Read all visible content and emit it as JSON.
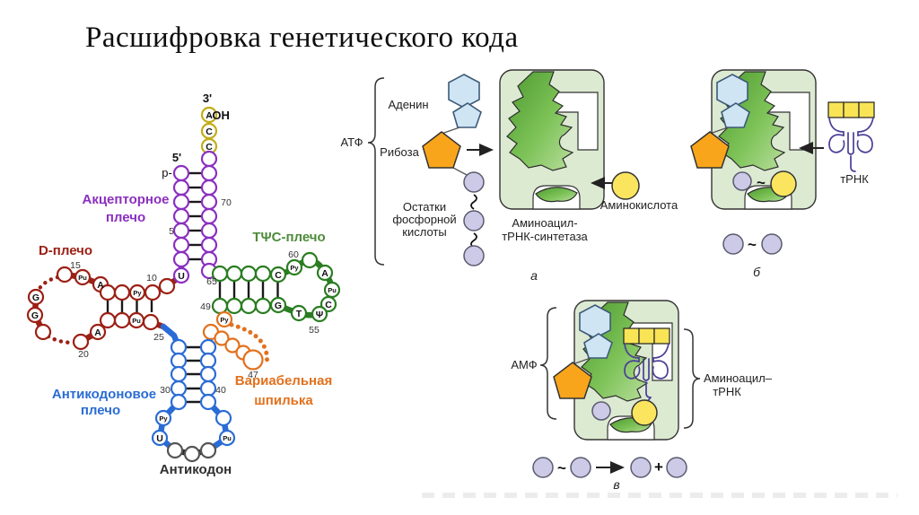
{
  "title": "Расшифровка генетического кода",
  "trna": {
    "terminal": {
      "three_prime": "3'",
      "oh": "-OH",
      "five_prime": "5'",
      "phosphate": "p-"
    },
    "arm_labels": {
      "acceptor_1": "Акцепторное",
      "acceptor_2": "плечо",
      "d": "D-плечо",
      "tpsic": "ТΨС-плечо",
      "anticodon_1": "Антикодоновое",
      "anticodon_2": "плечо",
      "variable_1": "Вариабельная",
      "variable_2": "шпилька",
      "anticodon_caption": "Антикодон"
    },
    "bases": {
      "a76": "A",
      "c75": "C",
      "c74": "C",
      "u7": "U",
      "d_pu15": "Pu",
      "d_a14": "A",
      "d_g1": "G",
      "d_g2": "G",
      "d_a21": "A",
      "d_py": "Py",
      "d_pu": "Pu",
      "t_c": "C",
      "t_g": "G",
      "t_py60": "Py",
      "t_a": "A",
      "t_pu": "Pu",
      "t_c56": "C",
      "t_psi": "Ψ",
      "t_t": "T",
      "v_py": "Py",
      "ac_py": "Py",
      "ac_u": "U",
      "ac_pu": "Pu"
    },
    "positions": {
      "n5": "5",
      "n10": "10",
      "n15": "15",
      "n20": "20",
      "n25": "25",
      "n30": "30",
      "n40": "40",
      "n47": "47",
      "n49": "49",
      "n55": "55",
      "n60": "60",
      "n65": "65",
      "n70": "70"
    }
  },
  "panels": {
    "tilde": "~",
    "plus": "+",
    "a": {
      "atp": "АТФ",
      "adenine": "Аденин",
      "ribose": "Рибоза",
      "phosphate_1": "Остатки",
      "phosphate_2": "фосфорной",
      "phosphate_3": "кислоты",
      "enzyme_1": "Аминоацил-",
      "enzyme_2": "тРНК-синтетаза",
      "amino_acid": "Аминокислота",
      "caption": "а"
    },
    "b": {
      "trna": "тРНК",
      "caption": "б"
    },
    "v": {
      "amp": "АМФ",
      "product_1": "Аминоацил–",
      "product_2": "тРНК",
      "caption": "в"
    }
  },
  "colors": {
    "acceptor": "#8b2fc0",
    "d_arm": "#9b2015",
    "tpsic": "#2a7d21",
    "tpsic_label": "#4d8b3a",
    "anticodon": "#2a6cd5",
    "variable": "#e2711d",
    "cca": "#c2ac18",
    "enzyme_light": "#dcead2",
    "enzyme_dark": "#58a438",
    "amino_acid": "#fbe55e",
    "phosphate_fill": "#cdcae8",
    "ribose": "#f9a51b",
    "adenine_fill": "#cfe5f4",
    "trna_outline": "#4a3f96"
  }
}
